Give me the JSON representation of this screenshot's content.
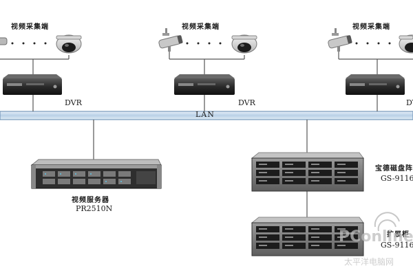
{
  "network": {
    "lan_label": "LAN"
  },
  "capture_groups": [
    {
      "label": "视频采集端",
      "dvr_label": "DVR"
    },
    {
      "label": "视频采集端",
      "dvr_label": "DVR"
    },
    {
      "label": "视频采集端",
      "dvr_label": "DVR"
    }
  ],
  "video_server": {
    "title": "视频服务器",
    "model": "PR2510N"
  },
  "storage_primary": {
    "title": "宝德磁盘阵",
    "model": "GS-9116"
  },
  "storage_expansion": {
    "title": "扩展柜",
    "model": "GS-9116"
  },
  "watermark": {
    "text": "PConline",
    "subtext": "太平洋电脑网"
  },
  "colors": {
    "lan_bar": "#cfe1ef",
    "lan_border": "#5f86ad",
    "line": "#555555",
    "device_dark": "#2b2b2b"
  }
}
